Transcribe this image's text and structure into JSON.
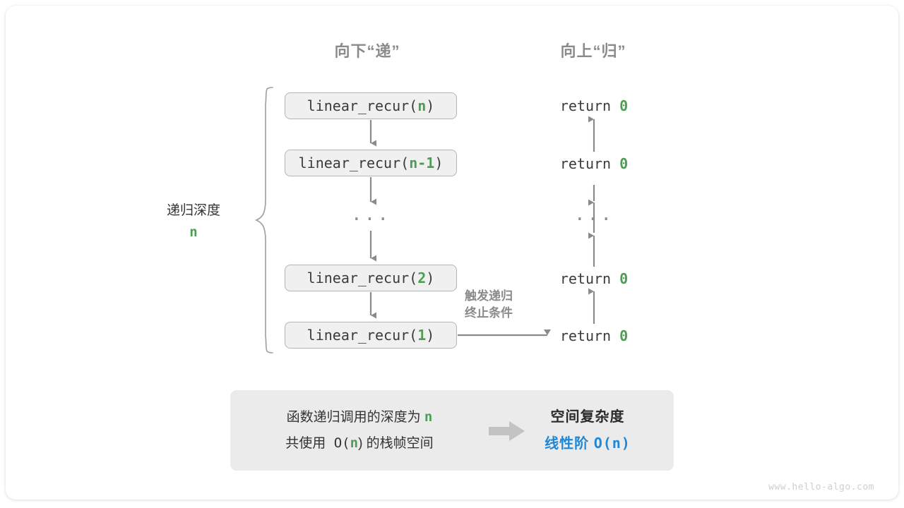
{
  "diagram": {
    "title_left": "向下“递”",
    "title_right": "向上“归”",
    "depth_label": {
      "text": "递归深度",
      "value": "n"
    },
    "terminate_note": {
      "line1": "触发递归",
      "line2": "终止条件"
    },
    "ellipsis": "···",
    "call_stack": [
      {
        "name": "linear_recur(",
        "arg": "n",
        "close": ")"
      },
      {
        "name": "linear_recur(",
        "arg": "n-1",
        "close": ")"
      },
      {
        "name": "linear_recur(",
        "arg": "2",
        "close": ")"
      },
      {
        "name": "linear_recur(",
        "arg": "1",
        "close": ")"
      }
    ],
    "returns": [
      {
        "keyword": "return",
        "value": "0"
      },
      {
        "keyword": "return",
        "value": "0"
      },
      {
        "keyword": "return",
        "value": "0"
      },
      {
        "keyword": "return",
        "value": "0"
      }
    ]
  },
  "summary": {
    "left_line1_prefix": "函数递归调用的深度为 ",
    "left_line1_n": "n",
    "left_line2_prefix": "共使用 O(",
    "left_line2_n": "n",
    "left_line2_suffix": ") 的栈帧空间",
    "right_title": "空间复杂度",
    "right_value_label": "线性阶 ",
    "right_value_expr": "O(n)"
  },
  "watermark": "www.hello-algo.com",
  "colors": {
    "accent_green": "#4f9c54",
    "accent_blue": "#1f87d4",
    "box_fill": "#f0f0f0",
    "box_border": "#b5b5b5",
    "panel_fill": "#ebebeb",
    "arrow_gray": "#8a8a8a",
    "text_dark": "#333333",
    "muted_gray": "#8a8a8a"
  }
}
